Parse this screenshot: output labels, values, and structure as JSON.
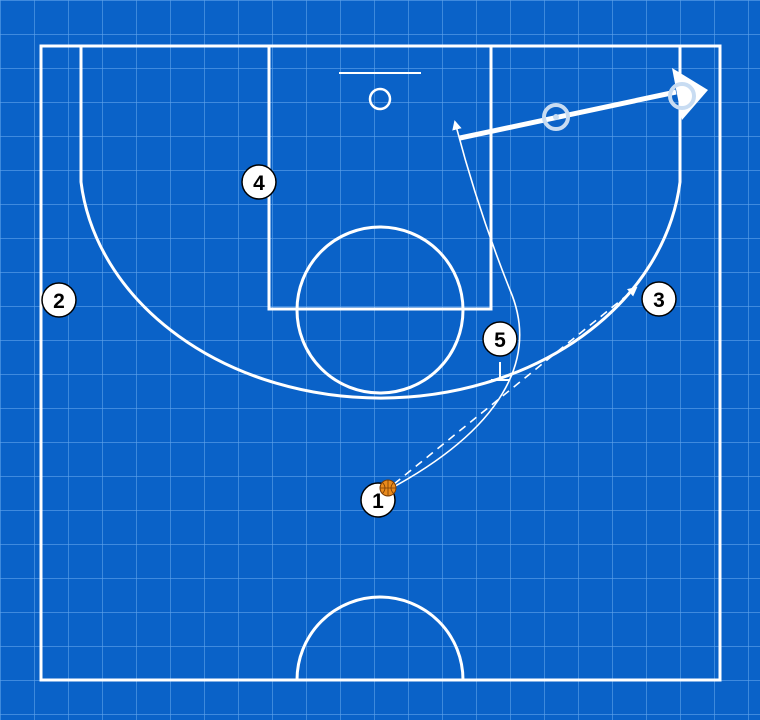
{
  "colors": {
    "background": "#0a62c8",
    "grid_line": "#5fa3ea",
    "court_line": "#ffffff",
    "player_fill": "#ffffff",
    "player_text": "#000000",
    "ball": "#e98a1c",
    "ghost_marker": "#c8dcf2"
  },
  "players": [
    {
      "id": "1",
      "label": "1",
      "has_ball": true
    },
    {
      "id": "2",
      "label": "2"
    },
    {
      "id": "3",
      "label": "3"
    },
    {
      "id": "4",
      "label": "4"
    },
    {
      "id": "5",
      "label": "5"
    }
  ],
  "actions": [
    {
      "type": "pass",
      "from": "1",
      "to": "3",
      "style": "dashed"
    },
    {
      "type": "cut",
      "player": "1",
      "style": "solid-curve"
    },
    {
      "type": "screen",
      "player": "5"
    },
    {
      "type": "movement",
      "style": "thick-arrow"
    }
  ],
  "icons": {
    "ball": "basketball-icon",
    "screen": "screen-marker-icon",
    "arrowhead": "arrowhead-icon"
  }
}
